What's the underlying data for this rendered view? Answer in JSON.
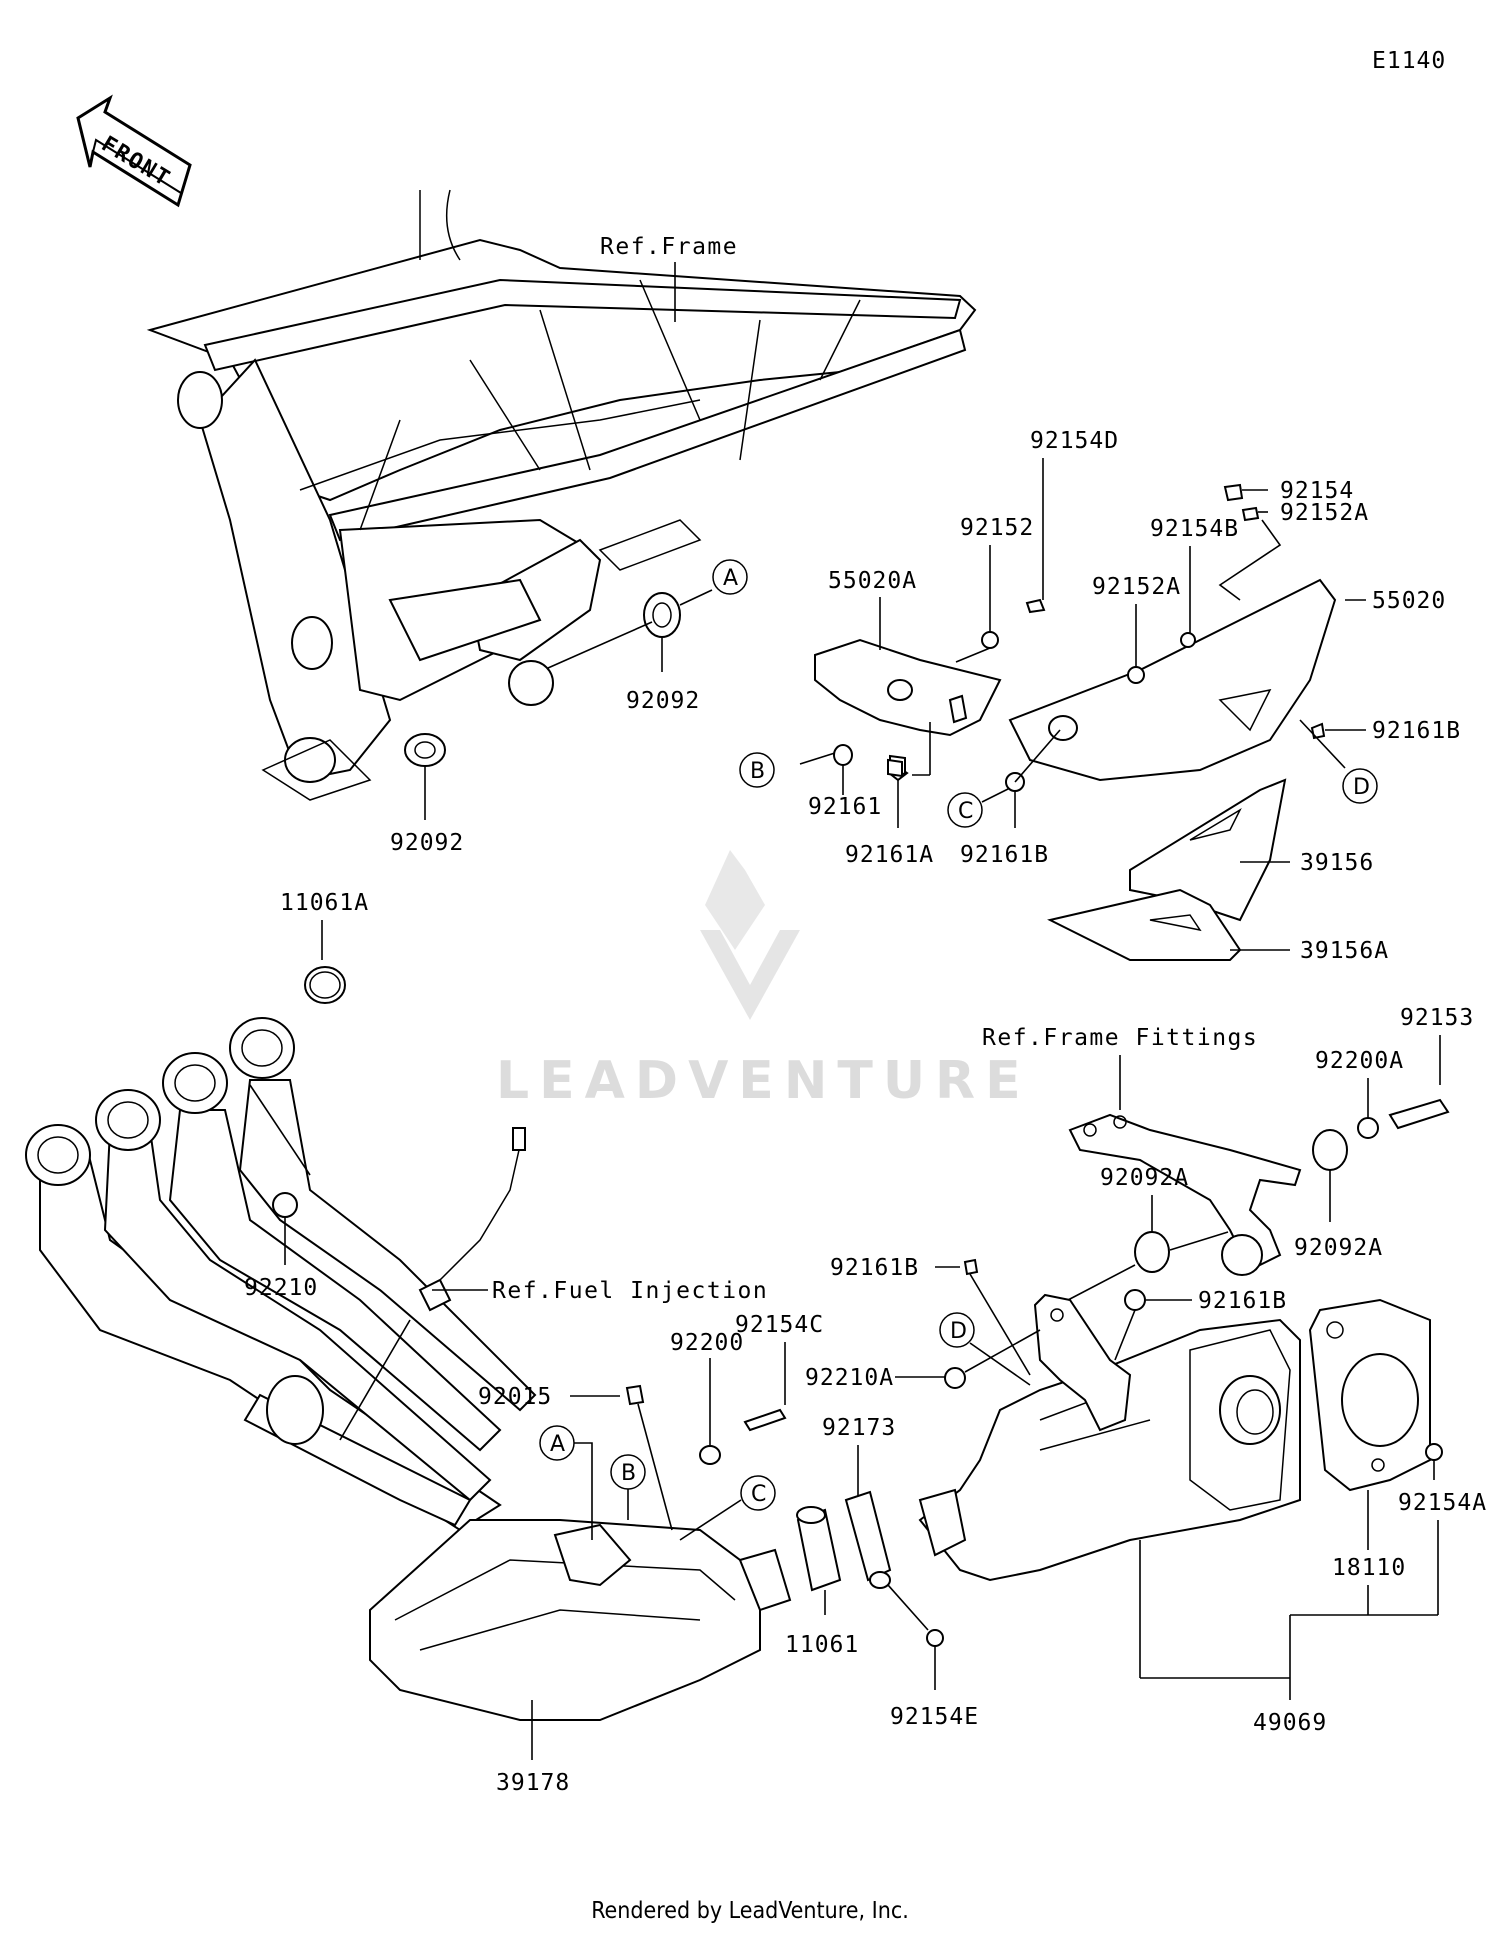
{
  "diagram_id": "E1140",
  "front_label": "FRONT",
  "watermark": "LEADVENTURE",
  "footer": "Rendered by LeadVenture, Inc.",
  "references": {
    "frame": "Ref.Frame",
    "frame_fittings": "Ref.Frame Fittings",
    "fuel_injection": "Ref.Fuel Injection"
  },
  "callouts": [
    "A",
    "B",
    "C",
    "D"
  ],
  "parts": {
    "p92154": "92154",
    "p92152A": "92152A",
    "p92154D": "92154D",
    "p92152": "92152",
    "p55020A": "55020A",
    "p92154B": "92154B",
    "p92152A_2": "92152A",
    "p55020": "55020",
    "p92161B_r": "92161B",
    "p92092_a": "92092",
    "p92092_b": "92092",
    "p92161": "92161",
    "p92161A": "92161A",
    "p92161B_c": "92161B",
    "p39156": "39156",
    "p39156A": "39156A",
    "p11061A": "11061A",
    "p92210": "92210",
    "p92153": "92153",
    "p92200A": "92200A",
    "p92092A_1": "92092A",
    "p92092A_2": "92092A",
    "p92161B_m": "92161B",
    "p92161B_n": "92161B",
    "p92015": "92015",
    "p92200": "92200",
    "p92154C": "92154C",
    "p92173": "92173",
    "p92210A": "92210A",
    "p92154A": "92154A",
    "p18110": "18110",
    "p11061": "11061",
    "p92154E": "92154E",
    "p49069": "49069",
    "p39178": "39178"
  }
}
